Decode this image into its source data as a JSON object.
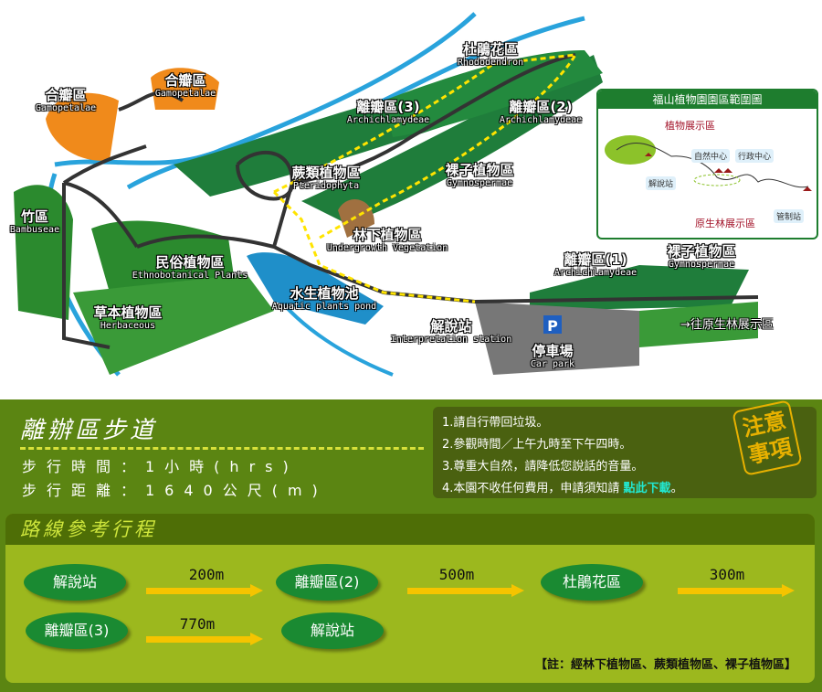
{
  "map": {
    "labels": [
      {
        "zh": "杜鵑花區",
        "en": "Rhododendron"
      },
      {
        "zh": "合瓣區",
        "en": "Gamopetalae"
      },
      {
        "zh": "合瓣區",
        "en": "Gamopetalae"
      },
      {
        "zh": "離瓣區(3)",
        "en": "Archichlamydeae"
      },
      {
        "zh": "離瓣區(2)",
        "en": "Archichlamydeae"
      },
      {
        "zh": "蕨類植物區",
        "en": "Pteridophyta"
      },
      {
        "zh": "裸子植物區",
        "en": "Gymnospermae"
      },
      {
        "zh": "竹區",
        "en": "Bambuseae"
      },
      {
        "zh": "林下植物區",
        "en": "Undergrowth Vegetation"
      },
      {
        "zh": "民俗植物區",
        "en": "Ethnobotanical Plants"
      },
      {
        "zh": "離瓣區(1)",
        "en": "Archichlamydeae"
      },
      {
        "zh": "裸子植物區",
        "en": "Gymnospermae"
      },
      {
        "zh": "水生植物池",
        "en": "Aquatic plants pond"
      },
      {
        "zh": "草本植物區",
        "en": "Herbaceous"
      },
      {
        "zh": "解說站",
        "en": "Interpretation station"
      },
      {
        "zh": "停車場",
        "en": "Car park"
      }
    ],
    "direction": "→往原生林展示區",
    "parking_symbol": "P",
    "inset": {
      "title": "福山植物園園區範圍圖",
      "plant_area": "植物展示區",
      "nature_center": "自然中心",
      "admin_center": "行政中心",
      "interp_station": "解說站",
      "forest_area": "原生林展示區",
      "checkpoint": "管制站"
    }
  },
  "trail": {
    "title": "離辦區步道",
    "time": "步行時間：1小時(hrs)",
    "distance": "步行距離：1640公尺(m)"
  },
  "notices": {
    "stamp": "注意事項",
    "items": [
      "1.請自行帶回垃圾。",
      "2.參觀時間／上午九時至下午四時。",
      "3.尊重大自然，請降低您說話的音量。",
      "4.本園不收任何費用，申請須知請 "
    ],
    "download_link": "點此下載",
    "end": "。"
  },
  "route": {
    "title": "路線參考行程",
    "stops": [
      "解說站",
      "離瓣區(2)",
      "杜鵑花區",
      "離瓣區(3)",
      "解說站"
    ],
    "distances": [
      "200m",
      "500m",
      "300m",
      "770m"
    ],
    "note": "【註：經林下植物區、蕨類植物區、裸子植物區】"
  }
}
